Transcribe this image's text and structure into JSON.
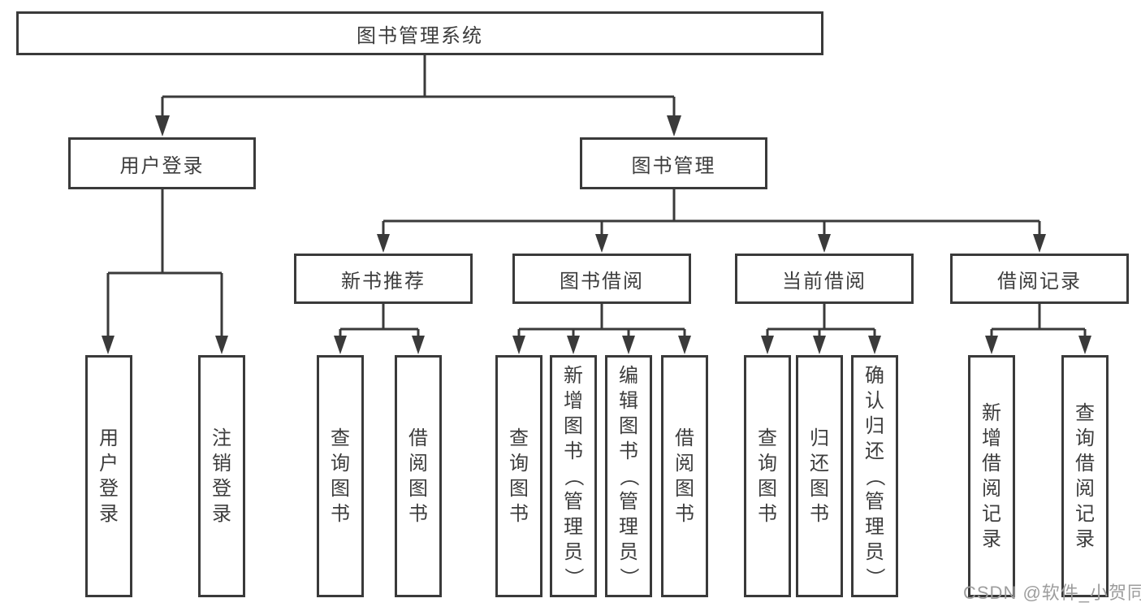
{
  "diagram_title": "图书管理系统",
  "branches": [
    {
      "label": "用户登录",
      "leaves": [
        "用户登录",
        "注销登录"
      ]
    },
    {
      "label": "图书管理"
    }
  ],
  "modules": [
    {
      "label": "新书推荐",
      "leaves": [
        "查询图书",
        "借阅图书"
      ]
    },
    {
      "label": "图书借阅",
      "leaves": [
        "查询图书",
        "新增图书（管理员）",
        "编辑图书（管理员）",
        "借阅图书"
      ]
    },
    {
      "label": "当前借阅",
      "leaves": [
        "查询图书",
        "归还图书",
        "确认归还（管理员）"
      ]
    },
    {
      "label": "借阅记录",
      "leaves": [
        "新增借阅记录",
        "查询借阅记录"
      ]
    }
  ],
  "watermark": "CSDN @软件_小贺同学",
  "colors": {
    "line": "#3a3a3a",
    "text": "#3d3d3d",
    "watermark": "#9d9d9d",
    "background": "#ffffff"
  }
}
